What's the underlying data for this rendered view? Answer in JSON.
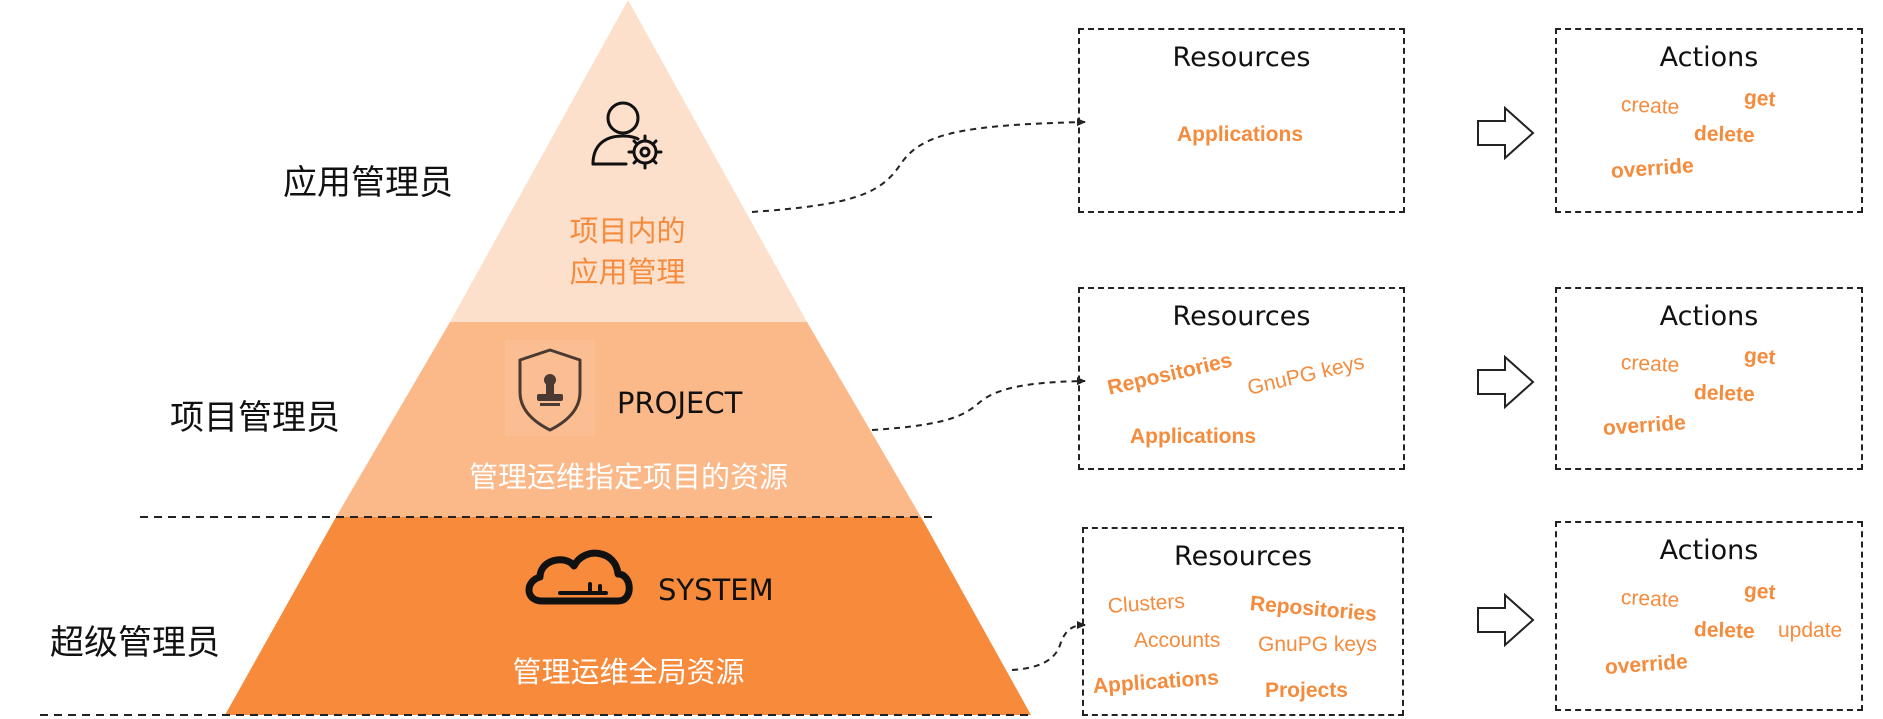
{
  "colors": {
    "tier_top": "#fde0cc",
    "tier_mid": "#fbb889",
    "tier_bottom": "#f78a3b",
    "accent_text": "#f58b3c",
    "white_text": "#ffffff",
    "dark_text": "#111111",
    "line": "#222222"
  },
  "roles": {
    "app_admin": "应用管理员",
    "project_admin": "项目管理员",
    "super_admin": "超级管理员"
  },
  "tiers": {
    "top": {
      "icon": "user-gear-icon",
      "line1": "项目内的",
      "line2": "应用管理"
    },
    "middle": {
      "icon": "shield-stamp-icon",
      "name": "PROJECT",
      "desc": "管理运维指定项目的资源"
    },
    "bottom": {
      "icon": "cloud-key-icon",
      "name": "SYSTEM",
      "desc": "管理运维全局资源"
    }
  },
  "rows": [
    {
      "resources_title": "Resources",
      "resources": [
        "Applications"
      ],
      "actions_title": "Actions",
      "actions": [
        "create",
        "get",
        "delete",
        "override"
      ]
    },
    {
      "resources_title": "Resources",
      "resources": [
        "Repositories",
        "GnuPG keys",
        "Applications"
      ],
      "actions_title": "Actions",
      "actions": [
        "create",
        "get",
        "delete",
        "override"
      ]
    },
    {
      "resources_title": "Resources",
      "resources": [
        "Clusters",
        "Repositories",
        "Accounts",
        "GnuPG keys",
        "Applications",
        "Projects"
      ],
      "actions_title": "Actions",
      "actions": [
        "create",
        "get",
        "delete",
        "update",
        "override"
      ]
    }
  ]
}
